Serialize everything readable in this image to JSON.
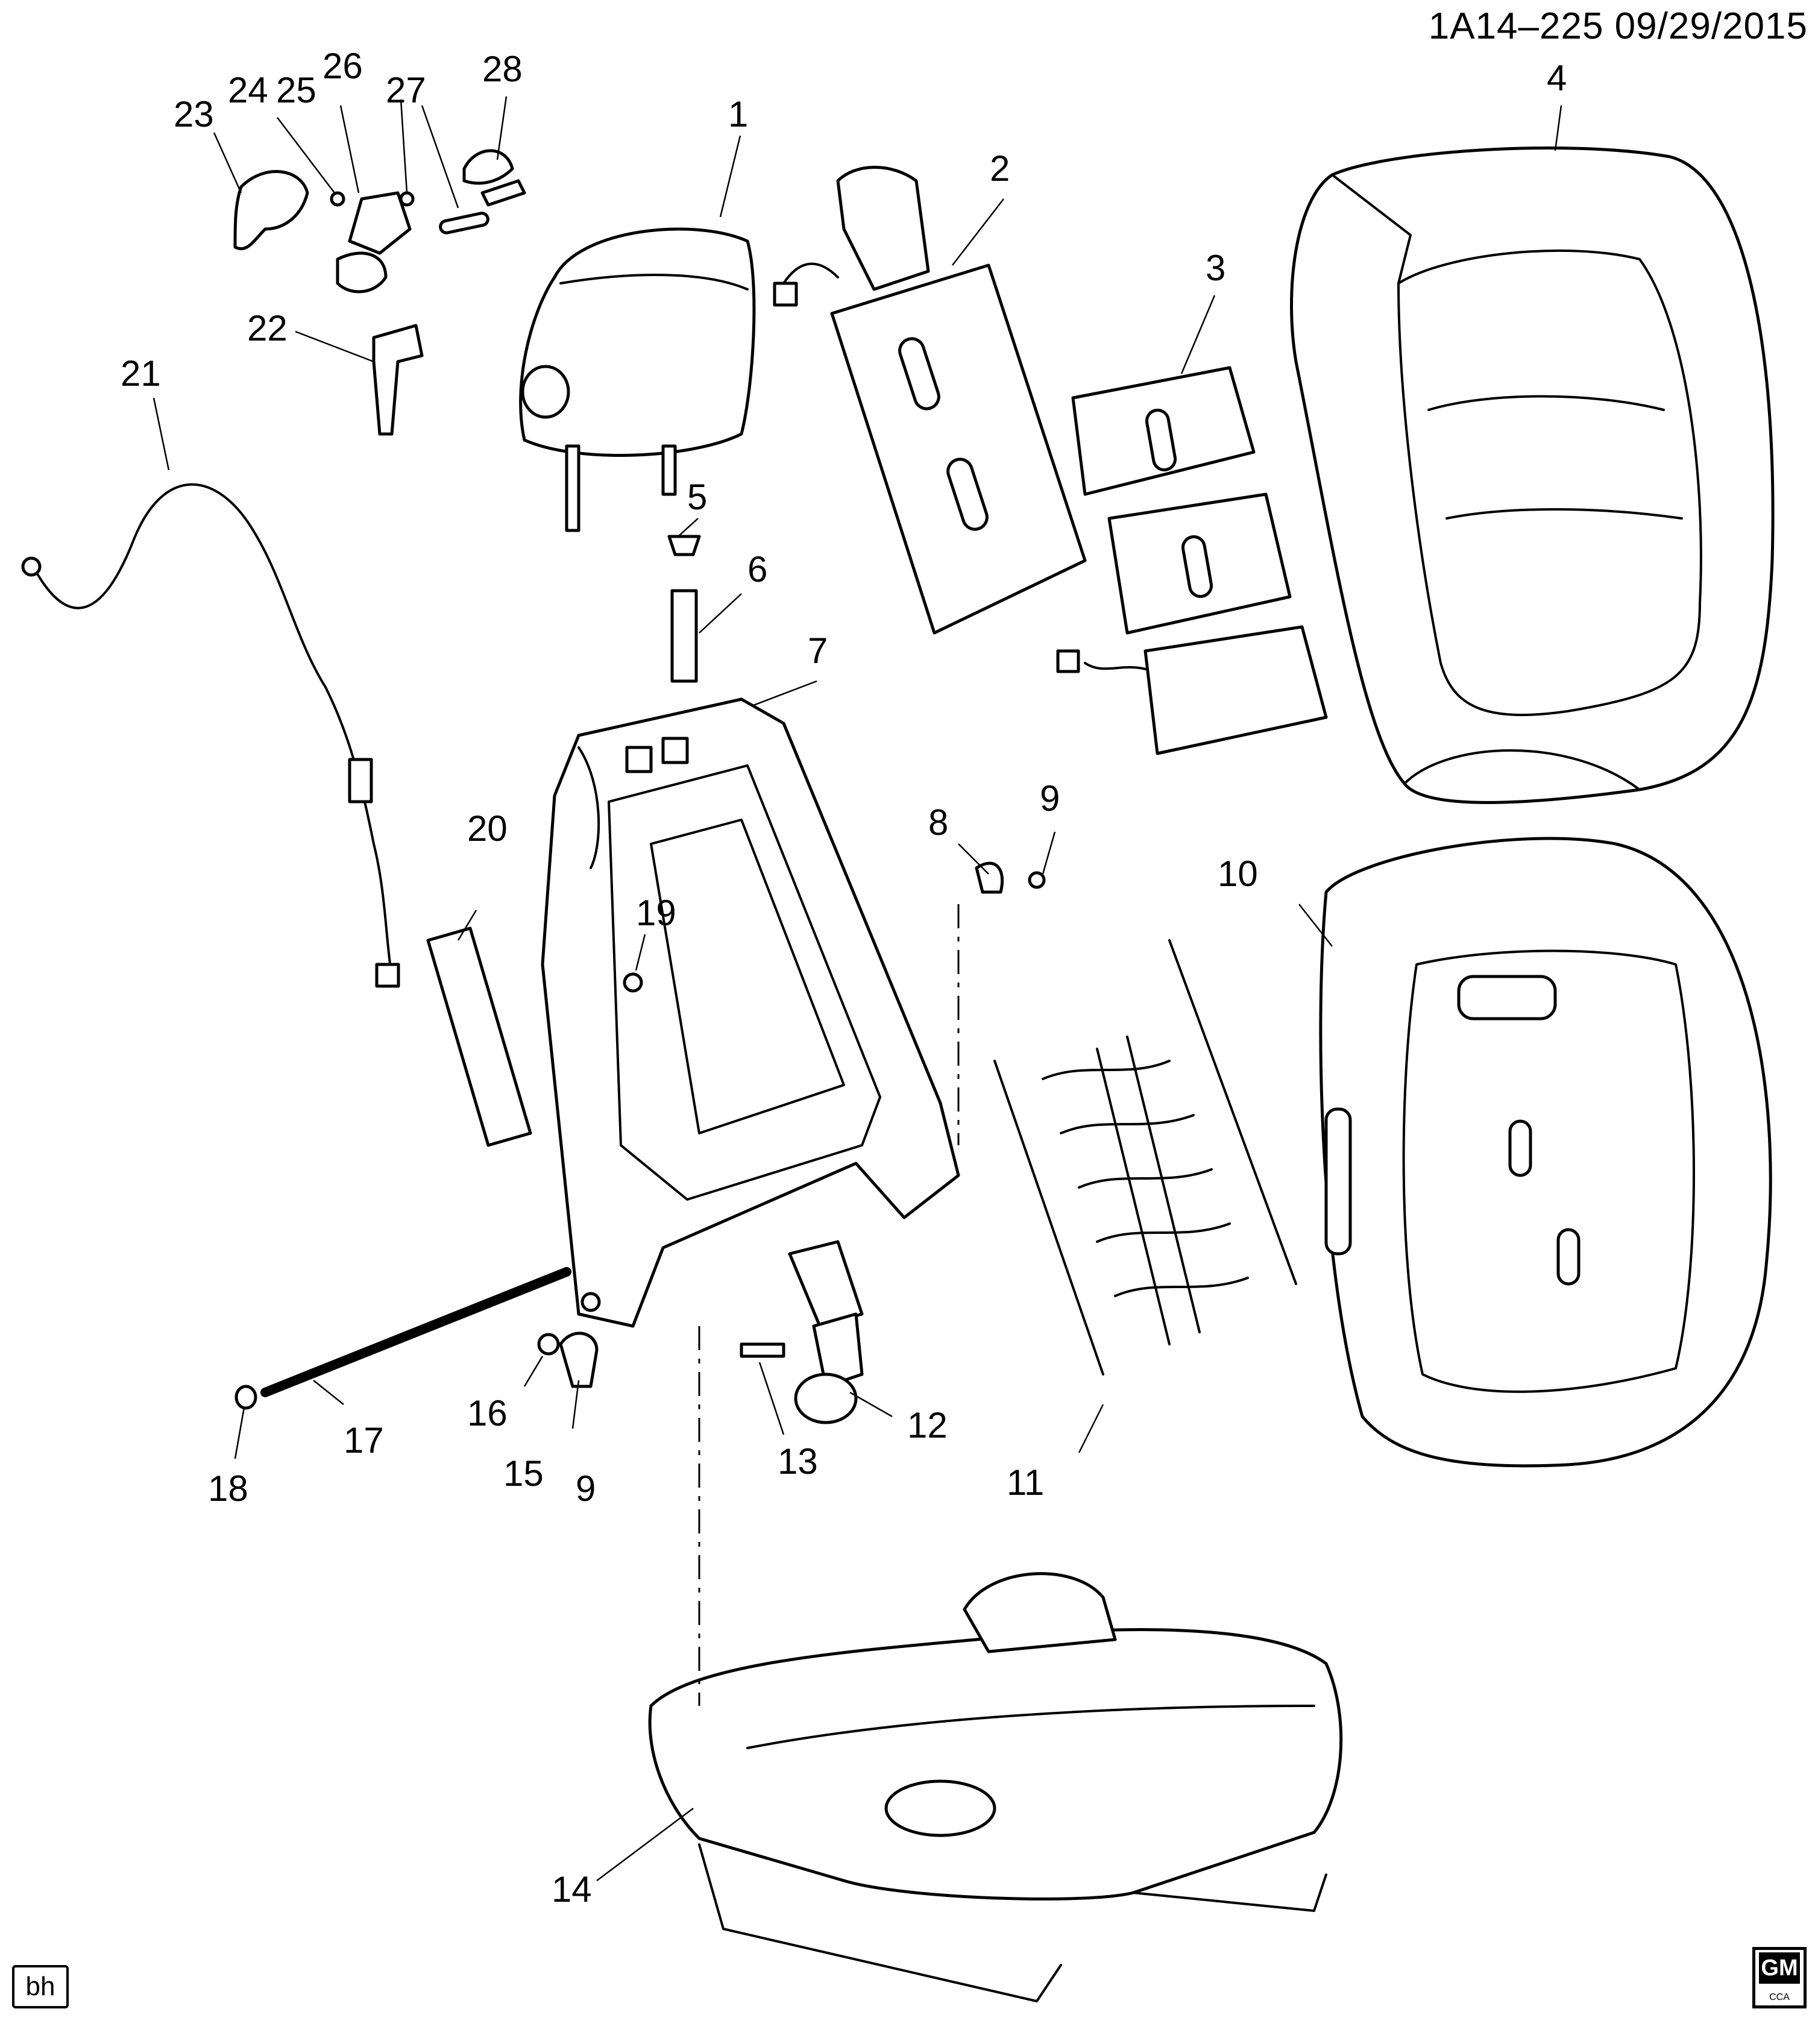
{
  "header": {
    "code": "1A14–225  09/29/2015"
  },
  "footer": {
    "tag": "bh",
    "logo_text": "GM",
    "logo_sub": "CCA"
  },
  "callouts": {
    "c1": "1",
    "c2": "2",
    "c3": "3",
    "c4": "4",
    "c5": "5",
    "c6": "6",
    "c7": "7",
    "c8": "8",
    "c9a": "9",
    "c9b": "9",
    "c10": "10",
    "c11": "11",
    "c12": "12",
    "c13": "13",
    "c14": "14",
    "c15": "15",
    "c16": "16",
    "c17": "17",
    "c18": "18",
    "c19": "19",
    "c20": "20",
    "c21": "21",
    "c22": "22",
    "c23": "23",
    "c24": "24",
    "c25": "25",
    "c26": "26",
    "c27": "27",
    "c28": "28"
  }
}
